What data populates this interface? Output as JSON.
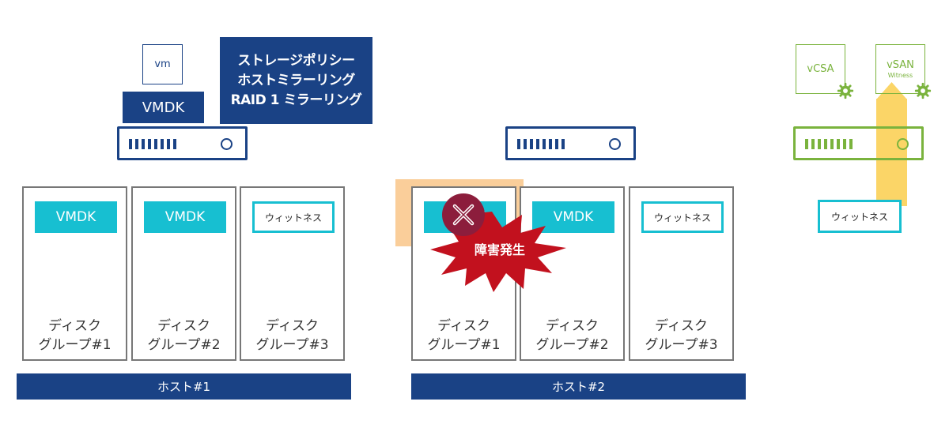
{
  "vm_label": "vm",
  "vmdk_label": "VMDK",
  "storage_policy": {
    "line1": "ストレージポリシー",
    "line2": "ホストミラーリング",
    "line3": "RAID 1 ミラーリング"
  },
  "witness_label": "ウィットネス",
  "disk_group_line1": "ディスク",
  "disk_groups": [
    "グループ#1",
    "グループ#2",
    "グループ#3"
  ],
  "hosts": [
    "ホスト#1",
    "ホスト#2"
  ],
  "failure_label": "障害発生",
  "vcsa_label": "vCSA",
  "vsan_witness": {
    "line1": "vSAN",
    "line2": "Witness"
  },
  "colors": {
    "navy": "#1a4285",
    "cyan": "#17bfd1",
    "green": "#7ab33d",
    "failure_red": "#c2111e",
    "failure_x": "#8c1d3c",
    "highlight_orange": "#f9c98f",
    "arrow_yellow": "#fbd567"
  },
  "icons": [
    "gear-icon",
    "close-icon",
    "burst-icon",
    "up-arrow-icon"
  ]
}
